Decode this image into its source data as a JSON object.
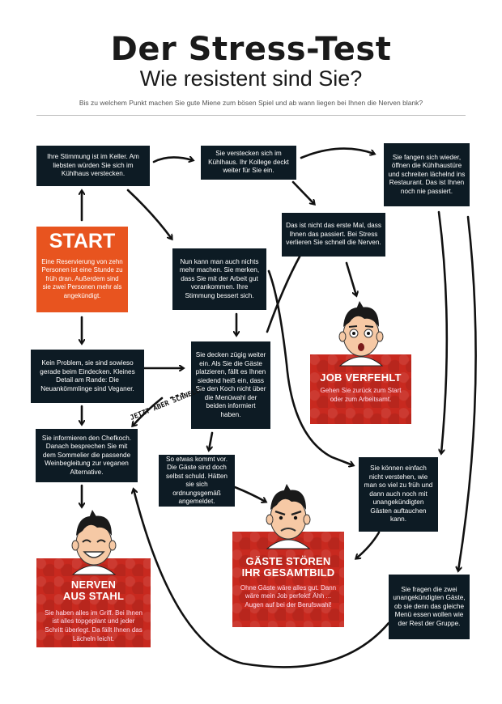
{
  "header": {
    "title": "Der Stress-Test",
    "subtitle": "Wie resistent sind Sie?",
    "intro": "Bis zu welchem Punkt machen Sie gute Miene zum bösen Spiel und ab wann liegen bei Ihnen die Nerven blank?"
  },
  "start": {
    "heading": "START",
    "text": "Eine Reservierung von zehn Personen ist eine Stunde zu früh dran. Außerdem sind sie zwei Personen mehr als angekündigt."
  },
  "boxes": {
    "keller": "Ihre Stimmung ist im Keller. Am liebsten würden Sie sich im Kühlhaus verstecken.",
    "kuehlhaus": "Sie verstecken sich im Kühlhaus. Ihr Kollege deckt weiter für Sie ein.",
    "fangen": "Sie fangen sich wieder, öffnen die Kühlhaustüre und schreiten lächelnd ins Restaurant. Das ist Ihnen noch nie passiert.",
    "erste_mal": "Das ist nicht das erste Mal, dass Ihnen das passiert. Bei Stress verlieren Sie schnell die Nerven.",
    "nichts_mehr": "Nun kann man auch nichts mehr machen. Sie merken, dass Sie mit der Arbeit gut vorankommen. Ihre Stimmung bessert sich.",
    "kein_problem": "Kein Problem, sie sind sowieso gerade beim Eindecken. Kleines Detail am Rande: Die Neuankömmlinge sind Veganer.",
    "zuegig": "Sie decken zügig weiter ein. Als Sie die Gäste platzieren, fällt es Ihnen siedend heiß ein, dass Sie den Koch nicht über die Menüwahl der beiden informiert haben.",
    "chefkoch": "Sie informieren den Chefkoch. Danach besprechen Sie mit dem Sommelier die passende Weinbegleitung zur veganen Alternative.",
    "schuld": "So etwas kommt vor. Die Gäste sind doch selbst schuld. Hätten sie sich ordnungsgemäß angemeldet.",
    "einfach": "Sie können einfach nicht verstehen, wie man so viel zu früh und dann auch noch mit unangekündigten Gästen auftauchen kann.",
    "zwei": "Sie fragen die zwei unangekündigten Gäste, ob sie denn das gleiche Menü essen wollen wie der Rest der Gruppe."
  },
  "results": {
    "job": {
      "heading": "JOB VERFEHLT",
      "text": "Gehen Sie zurück zum Start oder zum Arbeitsamt."
    },
    "gaeste": {
      "heading": "GÄSTE STÖREN IHR GESAMTBILD",
      "text": "Ohne Gäste wäre alles gut. Dann wäre mein Job perfekt! Ähh ... Augen auf bei der Berufswahl!"
    },
    "nerven": {
      "heading": "NERVEN AUS STAHL",
      "text": "Sie haben alles im Griff. Bei Ihnen ist alles topgeplant und jeder Schritt überlegt. Da fällt Ihnen das Lächeln leicht."
    }
  },
  "annotation": "JETZT ABER SCHNELL!",
  "colors": {
    "box_dark": "#0d1b24",
    "result_red": "#c8291f",
    "start_orange": "#e8541f"
  },
  "icons": [
    "face-shocked-icon",
    "face-angry-icon",
    "face-happy-icon"
  ]
}
